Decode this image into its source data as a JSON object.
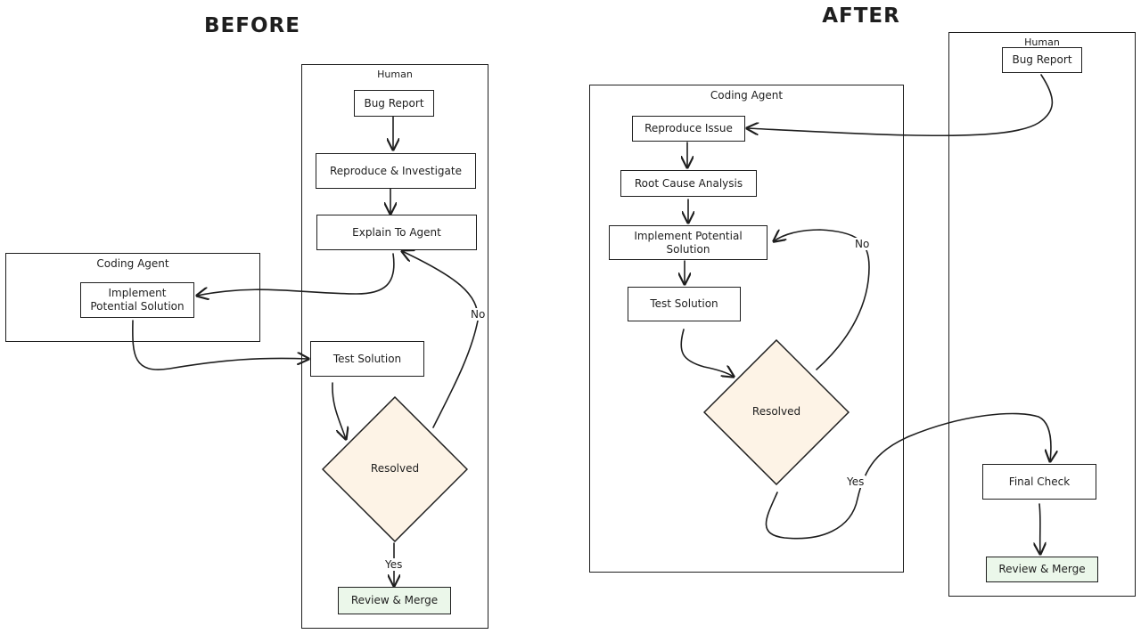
{
  "before": {
    "title": "BEFORE",
    "lanes": {
      "human": "Human",
      "agent": "Coding Agent"
    },
    "nodes": {
      "bug_report": "Bug Report",
      "reproduce": "Reproduce & Investigate",
      "explain": "Explain To Agent",
      "implement_line1": "Implement",
      "implement_line2": "Potential Solution",
      "test": "Test Solution",
      "resolved": "Resolved",
      "review": "Review & Merge"
    },
    "edge_labels": {
      "no": "No",
      "yes": "Yes"
    }
  },
  "after": {
    "title": "AFTER",
    "lanes": {
      "human": "Human",
      "agent": "Coding Agent"
    },
    "nodes": {
      "bug_report": "Bug Report",
      "reproduce": "Reproduce Issue",
      "root_cause": "Root Cause Analysis",
      "implement_line1": "Implement Potential",
      "implement_line2": "Solution",
      "test": "Test Solution",
      "resolved": "Resolved",
      "final_check": "Final Check",
      "review": "Review & Merge"
    },
    "edge_labels": {
      "no": "No",
      "yes": "Yes"
    }
  },
  "colors": {
    "stroke": "#1e1e1e",
    "decision_fill": "#fdf3e6",
    "terminal_fill": "#ebf7ea"
  }
}
